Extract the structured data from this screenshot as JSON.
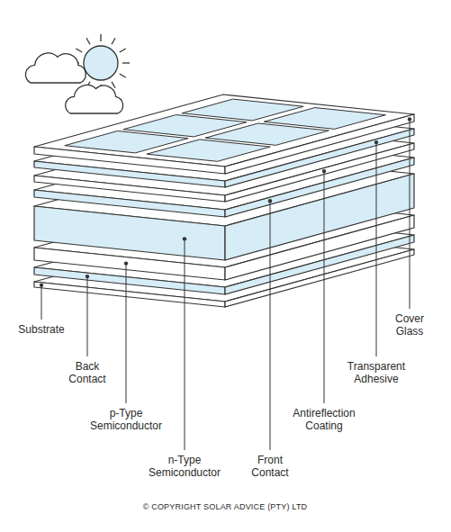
{
  "diagram": {
    "labels": [
      "Substrate",
      "Back Contact",
      "p-Type Semiconductor",
      "n-Type Semiconductor",
      "Front Contact",
      "Antireflection Coating",
      "Transparent Adhesive",
      "Cover Glass",
      "© COPYRIGHT SOLAR ADVICE (PTY) LTD"
    ]
  }
}
